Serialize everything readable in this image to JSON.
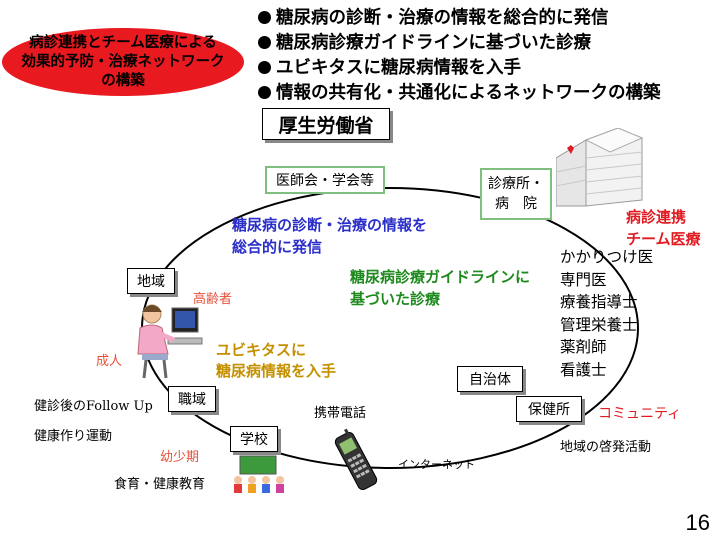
{
  "badge": {
    "lines": [
      "病診連携とチーム医療による",
      "効果的予防・治療ネットワーク",
      "の構築"
    ]
  },
  "bullets": [
    "糖尿病の診断・治療の情報を総合的に発信",
    "糖尿病診療ガイドラインに基づいた診療",
    "ユビキタスに糖尿病情報を入手",
    "情報の共有化・共通化によるネットワークの構築"
  ],
  "nodes": {
    "ministry": "厚生労働省",
    "medical_assoc": "医師会・学会等",
    "clinic_line1": "診療所・",
    "clinic_line2": "病　院",
    "region": "地域",
    "workplace": "職域",
    "school": "学校",
    "municipality": "自治体",
    "health_center": "保健所"
  },
  "labels": {
    "info_send_1": "糖尿病の診断・治療の情報を",
    "info_send_2": "総合的に発信",
    "guideline_1": "糖尿病診療ガイドラインに",
    "guideline_2": "基づいた診療",
    "ubiquitous_1": "ユビキタスに",
    "ubiquitous_2": "糖尿病情報を入手",
    "elderly": "高齢者",
    "adult": "成人",
    "followup": "健診後のFollow Up",
    "health_exercise": "健康作り運動",
    "childhood": "幼少期",
    "diet_edu": "食育・健康教育",
    "mobile": "携帯電話",
    "internet": "インターネット",
    "community": "コミュニティ",
    "regional_edu": "地域の啓発活動",
    "hospital_link_1": "病診連携",
    "hospital_link_2": "チーム医療"
  },
  "staff": [
    "かかりつけ医",
    "専門医",
    "療養指導士",
    "管理栄養士",
    "薬剤師",
    "看護士"
  ],
  "page_number": "16",
  "colors": {
    "badge": "#e8191f",
    "blue": "#2b2fc9",
    "green": "#1e8a1e",
    "gold": "#c49000",
    "red": "#e11b22"
  },
  "icons": [
    "building-icon",
    "person-at-computer-icon",
    "children-icon",
    "mobile-phone-icon"
  ]
}
